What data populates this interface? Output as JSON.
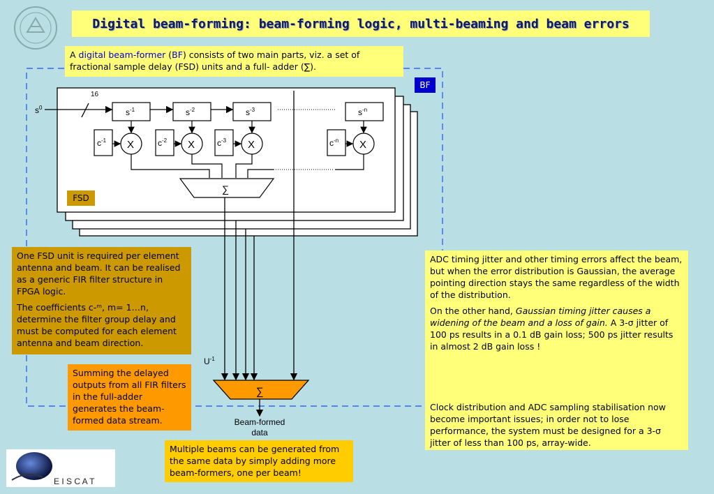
{
  "title": "Digital beam-forming: beam-forming logic, multi-beaming and beam errors",
  "intro": {
    "prefix": "A ",
    "link1": "digital beam-former",
    "open": " (",
    "link2": "BF",
    "rest": ") consists of two main parts, viz. a set of fractional sample delay (FSD) units and a full- adder (∑)."
  },
  "diagram": {
    "bf_label": "BF",
    "fsd_label": "FSD",
    "input_label": "s",
    "input_sup": "0",
    "bus_width": "16",
    "delays": [
      {
        "base": "s",
        "sup": "-1"
      },
      {
        "base": "s",
        "sup": "-2"
      },
      {
        "base": "s",
        "sup": "-3"
      },
      {
        "base": "s",
        "sup": "-n"
      }
    ],
    "coeffs": [
      {
        "base": "c",
        "sup": "-1"
      },
      {
        "base": "c",
        "sup": "-2"
      },
      {
        "base": "c",
        "sup": "-3"
      },
      {
        "base": "c",
        "sup": "-n"
      }
    ],
    "multiplier": "X",
    "sum_symbol": "∑",
    "u_label": "U",
    "u_sup": "-1",
    "output_line1": "Beam-formed",
    "output_line2": "data"
  },
  "fsd_note": {
    "p1": "One FSD unit is required per element antenna and beam. It can be realised as a generic FIR filter structure in FPGA logic.",
    "p2": "The coefficients c-ᵐ, m= 1…n, determine the filter group delay and must be computed for each element antenna and beam direction."
  },
  "sum_note": "Summing the delayed outputs from all FIR filters in the full-adder generates the beam-formed data stream.",
  "multi_note": "Multiple beams can be generated from the same data by simply adding more beam-formers, one per beam!",
  "jitter": {
    "p1": "ADC timing jitter and other timing errors affect the beam, but when the error distribution is Gaussian, the average pointing direction stays the same regardless of the width of the distribution.",
    "p2_a": "On the other hand, ",
    "p2_b": "Gaussian timing jitter causes a widening of the beam and a loss of gain.",
    "p2_c": " A 3-σ jitter of 100 ps results in a 0.1 dB gain loss; 500 ps jitter results in almost 2 dB gain loss !",
    "p3": "Clock distribution and ADC sampling stabilisation now become important issues; in order not to lose performance, the system must be designed for a 3-σ jitter of less than 100 ps, array-wide."
  },
  "logo": {
    "eiscat_text": "E I S C A T"
  }
}
